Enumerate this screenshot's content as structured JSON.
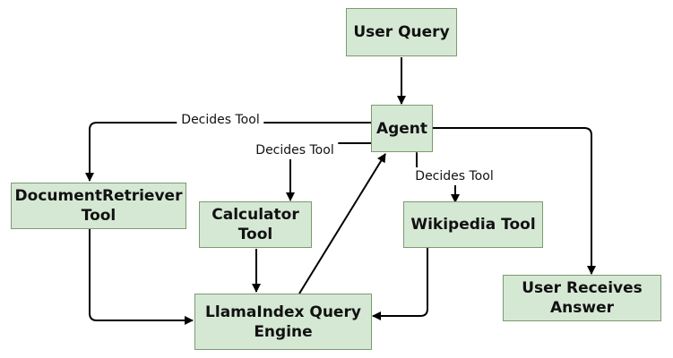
{
  "nodes": {
    "user_query": "User Query",
    "agent": "Agent",
    "document_retriever": "DocumentRetriever\nTool",
    "calculator": "Calculator\nTool",
    "wikipedia": "Wikipedia Tool",
    "llamaindex": "LlamaIndex Query\nEngine",
    "user_receives": "User Receives\nAnswer"
  },
  "edge_labels": {
    "to_document_retriever": "Decides Tool",
    "to_calculator": "Decides Tool",
    "to_wikipedia": "Decides Tool"
  },
  "colors": {
    "node_fill": "#d5e8d4",
    "node_border": "#7a9c6e",
    "edge": "#000000",
    "background": "#ffffff"
  }
}
